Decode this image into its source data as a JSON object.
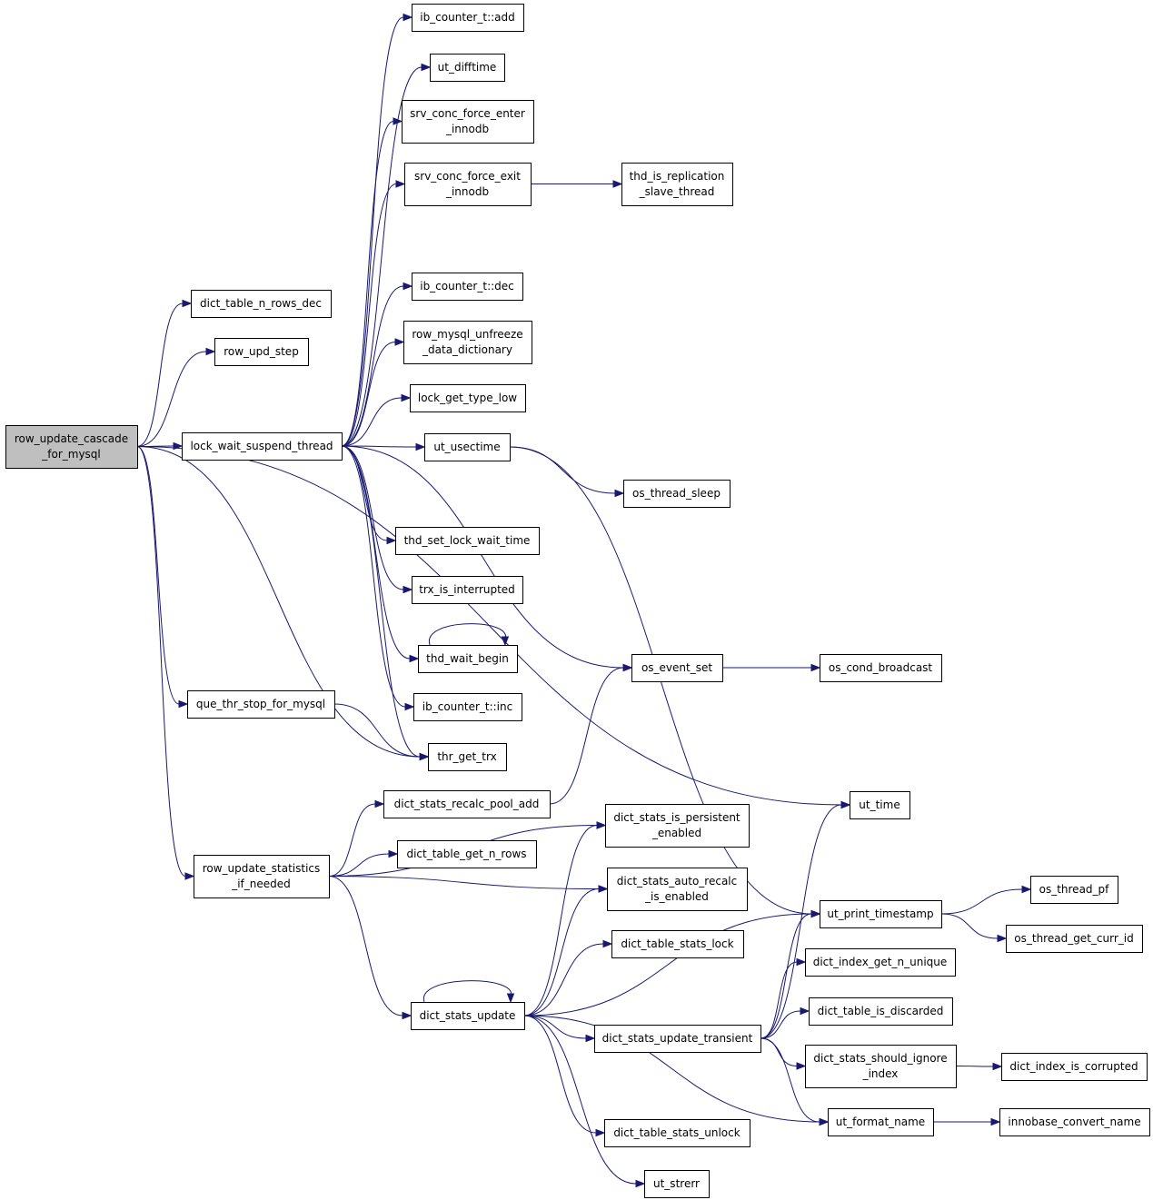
{
  "graph": {
    "root": "row_update_cascade_for_mysql",
    "colors": {
      "edge": "#191970",
      "root_fill": "#bfbfbf",
      "node_fill": "#ffffff",
      "border": "#000000"
    },
    "nodes": [
      {
        "id": "row_update_cascade_for_mysql",
        "lines": [
          "row_update_cascade",
          "_for_mysql"
        ]
      },
      {
        "id": "dict_table_n_rows_dec",
        "lines": [
          "dict_table_n_rows_dec"
        ]
      },
      {
        "id": "row_upd_step",
        "lines": [
          "row_upd_step"
        ]
      },
      {
        "id": "lock_wait_suspend_thread",
        "lines": [
          "lock_wait_suspend_thread"
        ]
      },
      {
        "id": "que_thr_stop_for_mysql",
        "lines": [
          "que_thr_stop_for_mysql"
        ]
      },
      {
        "id": "row_update_statistics_if_needed",
        "lines": [
          "row_update_statistics",
          "_if_needed"
        ]
      },
      {
        "id": "ib_counter_add",
        "lines": [
          "ib_counter_t::add"
        ]
      },
      {
        "id": "ut_difftime",
        "lines": [
          "ut_difftime"
        ]
      },
      {
        "id": "srv_conc_force_enter_innodb",
        "lines": [
          "srv_conc_force_enter",
          "_innodb"
        ]
      },
      {
        "id": "srv_conc_force_exit_innodb",
        "lines": [
          "srv_conc_force_exit",
          "_innodb"
        ]
      },
      {
        "id": "thd_is_replication_slave_thread",
        "lines": [
          "thd_is_replication",
          "_slave_thread"
        ]
      },
      {
        "id": "ib_counter_dec",
        "lines": [
          "ib_counter_t::dec"
        ]
      },
      {
        "id": "row_mysql_unfreeze_data_dictionary",
        "lines": [
          "row_mysql_unfreeze",
          "_data_dictionary"
        ]
      },
      {
        "id": "lock_get_type_low",
        "lines": [
          "lock_get_type_low"
        ]
      },
      {
        "id": "ut_usectime",
        "lines": [
          "ut_usectime"
        ]
      },
      {
        "id": "os_thread_sleep",
        "lines": [
          "os_thread_sleep"
        ]
      },
      {
        "id": "thd_set_lock_wait_time",
        "lines": [
          "thd_set_lock_wait_time"
        ]
      },
      {
        "id": "trx_is_interrupted",
        "lines": [
          "trx_is_interrupted"
        ]
      },
      {
        "id": "thd_wait_begin",
        "lines": [
          "thd_wait_begin"
        ]
      },
      {
        "id": "os_event_set",
        "lines": [
          "os_event_set"
        ]
      },
      {
        "id": "os_cond_broadcast",
        "lines": [
          "os_cond_broadcast"
        ]
      },
      {
        "id": "ib_counter_inc",
        "lines": [
          "ib_counter_t::inc"
        ]
      },
      {
        "id": "thr_get_trx",
        "lines": [
          "thr_get_trx"
        ]
      },
      {
        "id": "dict_stats_recalc_pool_add",
        "lines": [
          "dict_stats_recalc_pool_add"
        ]
      },
      {
        "id": "dict_table_get_n_rows",
        "lines": [
          "dict_table_get_n_rows"
        ]
      },
      {
        "id": "dict_stats_is_persistent_enabled",
        "lines": [
          "dict_stats_is_persistent",
          "_enabled"
        ]
      },
      {
        "id": "dict_stats_auto_recalc_is_enabled",
        "lines": [
          "dict_stats_auto_recalc",
          "_is_enabled"
        ]
      },
      {
        "id": "dict_table_stats_lock",
        "lines": [
          "dict_table_stats_lock"
        ]
      },
      {
        "id": "dict_stats_update",
        "lines": [
          "dict_stats_update"
        ]
      },
      {
        "id": "dict_stats_update_transient",
        "lines": [
          "dict_stats_update_transient"
        ]
      },
      {
        "id": "dict_table_stats_unlock",
        "lines": [
          "dict_table_stats_unlock"
        ]
      },
      {
        "id": "ut_strerr",
        "lines": [
          "ut_strerr"
        ]
      },
      {
        "id": "ut_time",
        "lines": [
          "ut_time"
        ]
      },
      {
        "id": "ut_print_timestamp",
        "lines": [
          "ut_print_timestamp"
        ]
      },
      {
        "id": "os_thread_pf",
        "lines": [
          "os_thread_pf"
        ]
      },
      {
        "id": "os_thread_get_curr_id",
        "lines": [
          "os_thread_get_curr_id"
        ]
      },
      {
        "id": "dict_index_get_n_unique",
        "lines": [
          "dict_index_get_n_unique"
        ]
      },
      {
        "id": "dict_table_is_discarded",
        "lines": [
          "dict_table_is_discarded"
        ]
      },
      {
        "id": "dict_stats_should_ignore_index",
        "lines": [
          "dict_stats_should_ignore",
          "_index"
        ]
      },
      {
        "id": "dict_index_is_corrupted",
        "lines": [
          "dict_index_is_corrupted"
        ]
      },
      {
        "id": "ut_format_name",
        "lines": [
          "ut_format_name"
        ]
      },
      {
        "id": "innobase_convert_name",
        "lines": [
          "innobase_convert_name"
        ]
      }
    ],
    "edges": [
      [
        "row_update_cascade_for_mysql",
        "dict_table_n_rows_dec"
      ],
      [
        "row_update_cascade_for_mysql",
        "row_upd_step"
      ],
      [
        "row_update_cascade_for_mysql",
        "ut_time"
      ],
      [
        "row_update_cascade_for_mysql",
        "lock_wait_suspend_thread"
      ],
      [
        "row_update_cascade_for_mysql",
        "que_thr_stop_for_mysql"
      ],
      [
        "row_update_cascade_for_mysql",
        "thr_get_trx"
      ],
      [
        "row_update_cascade_for_mysql",
        "row_update_statistics_if_needed"
      ],
      [
        "lock_wait_suspend_thread",
        "ib_counter_add"
      ],
      [
        "lock_wait_suspend_thread",
        "ut_difftime"
      ],
      [
        "lock_wait_suspend_thread",
        "srv_conc_force_enter_innodb"
      ],
      [
        "lock_wait_suspend_thread",
        "srv_conc_force_exit_innodb"
      ],
      [
        "lock_wait_suspend_thread",
        "ib_counter_dec"
      ],
      [
        "lock_wait_suspend_thread",
        "row_mysql_unfreeze_data_dictionary"
      ],
      [
        "lock_wait_suspend_thread",
        "lock_get_type_low"
      ],
      [
        "lock_wait_suspend_thread",
        "ut_usectime"
      ],
      [
        "lock_wait_suspend_thread",
        "os_event_set"
      ],
      [
        "lock_wait_suspend_thread",
        "thd_set_lock_wait_time"
      ],
      [
        "lock_wait_suspend_thread",
        "trx_is_interrupted"
      ],
      [
        "lock_wait_suspend_thread",
        "thd_wait_begin"
      ],
      [
        "lock_wait_suspend_thread",
        "ib_counter_inc"
      ],
      [
        "lock_wait_suspend_thread",
        "thr_get_trx"
      ],
      [
        "srv_conc_force_exit_innodb",
        "thd_is_replication_slave_thread"
      ],
      [
        "ut_usectime",
        "os_thread_sleep"
      ],
      [
        "ut_usectime",
        "ut_print_timestamp"
      ],
      [
        "thd_wait_begin",
        "thd_wait_begin"
      ],
      [
        "os_event_set",
        "os_cond_broadcast"
      ],
      [
        "que_thr_stop_for_mysql",
        "thr_get_trx"
      ],
      [
        "row_update_statistics_if_needed",
        "dict_stats_recalc_pool_add"
      ],
      [
        "row_update_statistics_if_needed",
        "dict_table_get_n_rows"
      ],
      [
        "row_update_statistics_if_needed",
        "dict_stats_is_persistent_enabled"
      ],
      [
        "row_update_statistics_if_needed",
        "dict_stats_auto_recalc_is_enabled"
      ],
      [
        "row_update_statistics_if_needed",
        "dict_stats_update"
      ],
      [
        "dict_stats_recalc_pool_add",
        "os_event_set"
      ],
      [
        "dict_stats_update",
        "dict_stats_update"
      ],
      [
        "dict_stats_update",
        "dict_stats_is_persistent_enabled"
      ],
      [
        "dict_stats_update",
        "dict_stats_auto_recalc_is_enabled"
      ],
      [
        "dict_stats_update",
        "dict_table_stats_lock"
      ],
      [
        "dict_stats_update",
        "ut_print_timestamp"
      ],
      [
        "dict_stats_update",
        "dict_stats_update_transient"
      ],
      [
        "dict_stats_update",
        "ut_format_name"
      ],
      [
        "dict_stats_update",
        "dict_table_stats_unlock"
      ],
      [
        "dict_stats_update",
        "ut_strerr"
      ],
      [
        "dict_stats_update_transient",
        "ut_time"
      ],
      [
        "dict_stats_update_transient",
        "ut_print_timestamp"
      ],
      [
        "dict_stats_update_transient",
        "dict_index_get_n_unique"
      ],
      [
        "dict_stats_update_transient",
        "dict_table_is_discarded"
      ],
      [
        "dict_stats_update_transient",
        "dict_stats_should_ignore_index"
      ],
      [
        "dict_stats_update_transient",
        "ut_format_name"
      ],
      [
        "dict_stats_should_ignore_index",
        "dict_index_is_corrupted"
      ],
      [
        "ut_print_timestamp",
        "os_thread_pf"
      ],
      [
        "ut_print_timestamp",
        "os_thread_get_curr_id"
      ],
      [
        "ut_format_name",
        "innobase_convert_name"
      ]
    ]
  }
}
